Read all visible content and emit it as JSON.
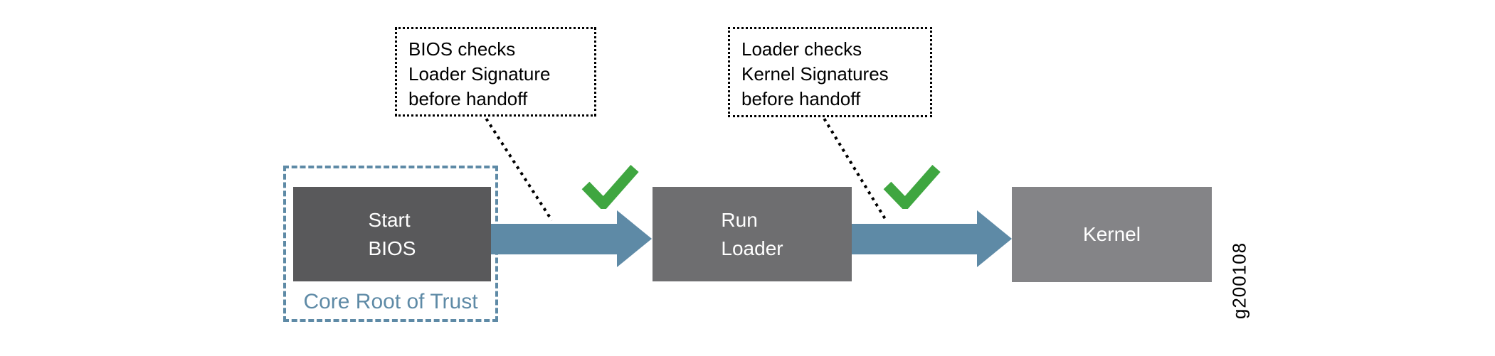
{
  "figure": {
    "figure_id": "g200108"
  },
  "annotations": [
    {
      "lines": [
        "BIOS checks",
        "Loader Signature",
        "before handoff"
      ]
    },
    {
      "lines": [
        "Loader checks",
        "Kernel Signatures",
        "before handoff"
      ]
    }
  ],
  "trust_group": {
    "label": "Core Root of Trust"
  },
  "nodes": [
    {
      "label_lines": [
        "Start",
        "BIOS"
      ]
    },
    {
      "label_lines": [
        "Run",
        "Loader"
      ]
    },
    {
      "label_lines": [
        "Kernel"
      ]
    }
  ],
  "colors": {
    "background": "#ffffff",
    "bios_box": "#59595b",
    "loader_box": "#6e6e70",
    "kernel_box": "#848487",
    "arrow_blue": "#5e8aa6",
    "trust_border_blue": "#5e8aa6",
    "trust_label_blue": "#5e8aa6",
    "check_green": "#3fa640",
    "annotation_border": "#000000",
    "annotation_text": "#000000",
    "node_text": "#ffffff",
    "figure_id_text": "#000000"
  }
}
